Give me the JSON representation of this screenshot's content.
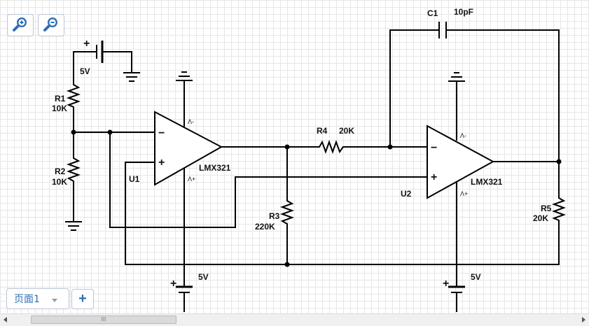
{
  "toolbar": {
    "zoom_in_icon": "zoom-in-icon",
    "zoom_out_icon": "zoom-out-icon",
    "accent_color": "#2f6fb3"
  },
  "schematic": {
    "labels": {
      "r1_name": "R1",
      "r1_value": "10K",
      "r2_name": "R2",
      "r2_value": "10K",
      "r3_name": "R3",
      "r3_value": "220K",
      "r4_name": "R4",
      "r4_value": "20K",
      "r5_name": "R5",
      "r5_value": "20K",
      "c1_name": "C1",
      "c1_value": "10pF",
      "u1_name": "U1",
      "u1_part": "LMX321",
      "u2_name": "U2",
      "u2_part": "LMX321",
      "batt_top_value": "5V",
      "batt_u1_value": "5V",
      "batt_u2_value": "5V",
      "u1_pin_vneg": "Λ-",
      "u1_pin_vpos": "Λ+",
      "u2_pin_vneg": "Λ-",
      "u2_pin_vpos": "Λ+",
      "u1_minus": "−",
      "u1_plus": "+",
      "u2_minus": "−",
      "u2_plus": "+",
      "batt_plus": "+"
    }
  },
  "pages": {
    "tab_label": "页面1",
    "add_label": "+"
  },
  "scrollbar": {
    "thumb_grip": "III"
  }
}
